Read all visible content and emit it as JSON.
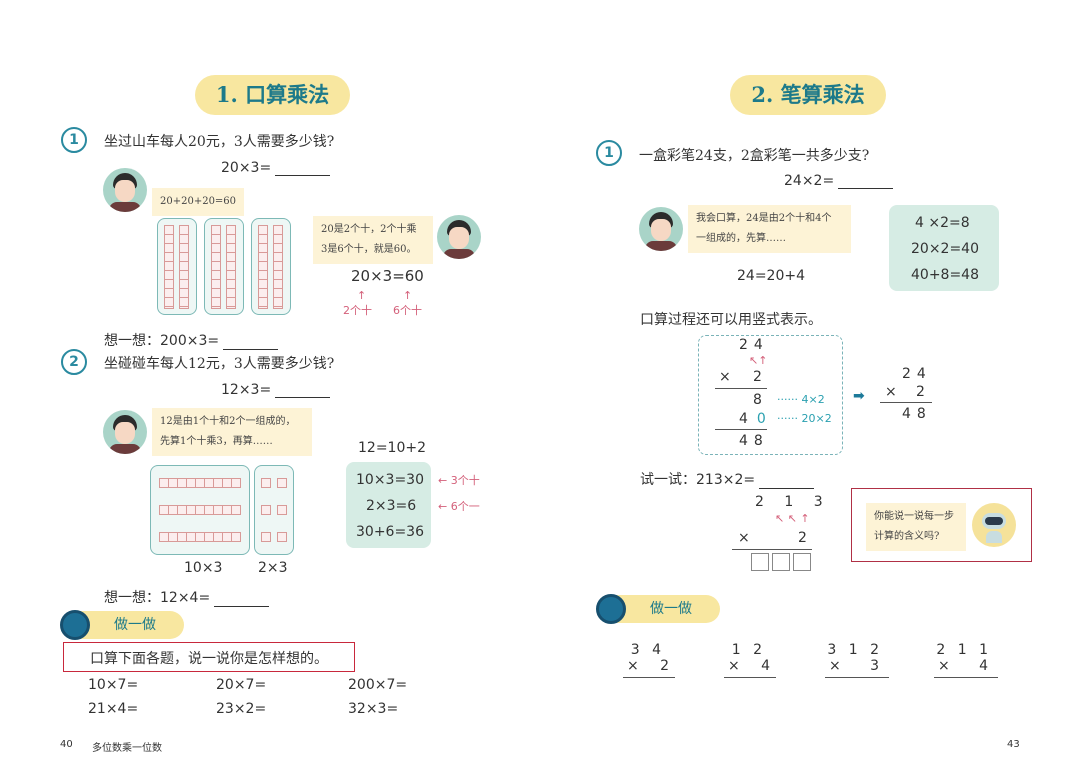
{
  "left": {
    "title": "1. 口算乘法",
    "q1": {
      "num": "1",
      "text": "坐过山车每人20元，3人需要多少钱?",
      "eq": "20×3=",
      "boy_bubble": "20+20+20=60",
      "girl_bubble_1": "20是2个十，2个十乘",
      "girl_bubble_2": "3是6个十，就是60。",
      "result": "20×3=60",
      "label_a": "2个十",
      "label_b": "6个十",
      "think": "想一想：200×3="
    },
    "q2": {
      "num": "2",
      "text": "坐碰碰车每人12元，3人需要多少钱?",
      "eq": "12×3=",
      "bubble_1": "12是由1个十和2个一组成的，",
      "bubble_2": "先算1个十乘3，再算……",
      "split": "12=10+2",
      "steps": [
        "10×3=30",
        "2×3=6",
        "30+6=36"
      ],
      "step_labels": [
        "3个十",
        "6个一"
      ],
      "caption_tens": "10×3",
      "caption_ones": "2×3",
      "think": "想一想：12×4="
    },
    "do": {
      "label": "做一做",
      "instruction": "口算下面各题，说一说你是怎样想的。",
      "exercises": [
        "10×7=",
        "20×7=",
        "200×7=",
        "21×4=",
        "23×2=",
        "32×3="
      ]
    },
    "page_num": "40",
    "footer": "多位数乘一位数"
  },
  "right": {
    "title": "2. 笔算乘法",
    "q1": {
      "num": "1",
      "text": "一盒彩笔24支，2盒彩笔一共多少支?",
      "eq": "24×2=",
      "bubble_1": "我会口算，24是由2个十和4个",
      "bubble_2": "一组成的，先算……",
      "split": "24=20+4",
      "steps": [
        "4 ×2=8",
        "20×2=40",
        "40+8=48"
      ],
      "vertical_intro": "口算过程还可以用竖式表示。",
      "vertical": {
        "top": "24",
        "mult": "2",
        "partial1": "8",
        "partial2_digit": "4",
        "partial2_zero": "0",
        "result": "48",
        "note1": "······ 4×2",
        "note2": "······ 20×2"
      },
      "compact": {
        "top": "24",
        "mult": "2",
        "result": "48"
      }
    },
    "try": {
      "text": "试一试：213×2=",
      "top": "2 1 3",
      "mult": "2",
      "robot_1": "你能说一说每一步",
      "robot_2": "计算的含义吗?"
    },
    "do": {
      "label": "做一做",
      "exercises": [
        {
          "top": "3 4",
          "mult": "2"
        },
        {
          "top": "1 2",
          "mult": "4"
        },
        {
          "top": "3 1 2",
          "mult": "3"
        },
        {
          "top": "2 1 1",
          "mult": "4"
        }
      ]
    },
    "page_num": "43"
  },
  "colors": {
    "accent": "#1d7a8a",
    "pill": "#f8e7a0",
    "green_box": "#d6ece4",
    "red": "#d4607a",
    "highlight_border": "#c8283c"
  }
}
